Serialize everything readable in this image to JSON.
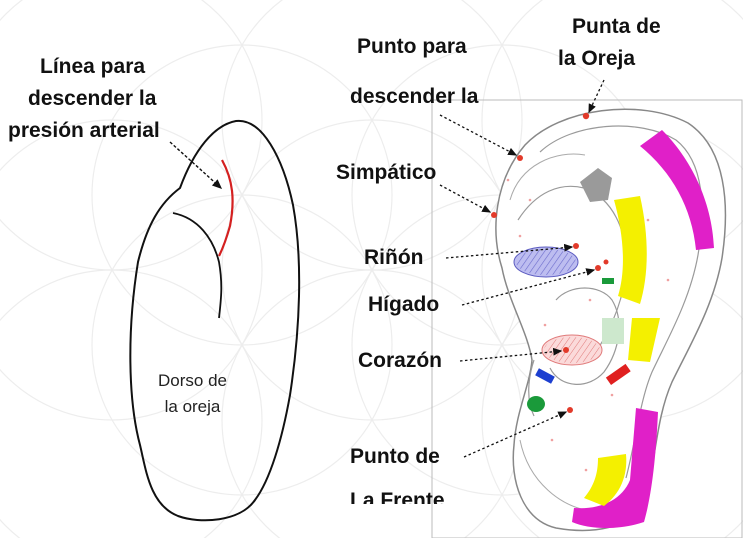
{
  "labels": {
    "linea_line1": "Línea para",
    "linea_line2": "descender la",
    "linea_line3": "presión arterial",
    "dorso_line1": "Dorso de",
    "dorso_line2": "la oreja",
    "punto_para_line1": "Punto para",
    "punto_para_line2": "descender la",
    "punta_line1": "Punta de",
    "punta_line2": "la Oreja",
    "simpatico": "Simpático",
    "rinon": "Riñón",
    "higado": "Hígado",
    "corazon": "Corazón",
    "punto_de": "Punto de",
    "la_frente": "La Frente"
  },
  "colors": {
    "ink": "#111111",
    "red_line": "#d42020",
    "dot_red": "#e23a2a",
    "magenta": "#e020c8",
    "yellow": "#f4f000",
    "blue": "#1d3fd0",
    "green": "#1a9a3a",
    "lavender": "#a7a7e6",
    "pink": "#f0a6a6"
  }
}
